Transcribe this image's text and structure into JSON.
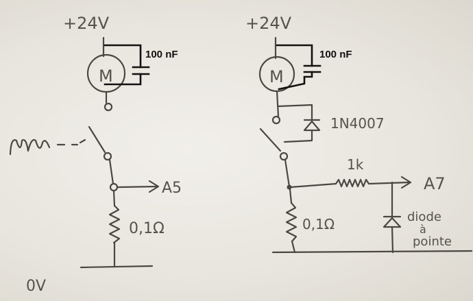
{
  "left_circuit": {
    "supply": "+24V",
    "motor": "M",
    "capacitor": "100 nF",
    "output": "A5",
    "resistor": "0,1Ω",
    "ground": "0V"
  },
  "right_circuit": {
    "supply": "+24V",
    "motor": "M",
    "capacitor": "100 nF",
    "diode": "1N4007",
    "series_resistor": "1k",
    "output": "A7",
    "resistor": "0,1Ω",
    "detector_diode_line1": "diode",
    "detector_diode_line2": "à",
    "detector_diode_line3": "pointe"
  },
  "colors": {
    "paper": "#ebe8e1",
    "pencil": "#4a4743",
    "ink": "#111111"
  }
}
